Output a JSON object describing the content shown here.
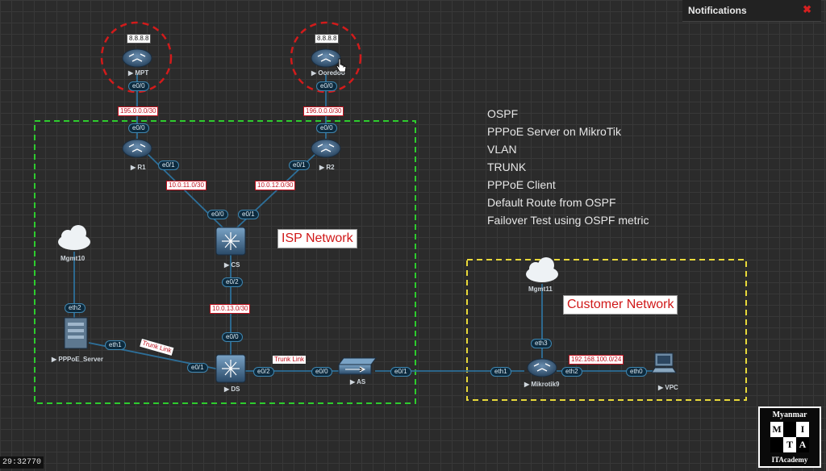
{
  "notifications": {
    "title": "Notifications",
    "close_glyph": "✖"
  },
  "timer": "29:32770",
  "notes": [
    "OSPF",
    "PPPoE Server on MikroTik",
    "VLAN",
    "TRUNK",
    "PPPoE Client",
    "Default Route from OSPF",
    "Failover Test using OSPF metric"
  ],
  "network_labels": {
    "isp": "ISP Network",
    "customer": "Customer Network"
  },
  "nodes": {
    "mpt": {
      "name": "MPT",
      "address": "8.8.8.8"
    },
    "ooredoo": {
      "name": "Ooredoo",
      "address": "8.8.8.8"
    },
    "r1": {
      "name": "R1"
    },
    "r2": {
      "name": "R2"
    },
    "cs": {
      "name": "CS"
    },
    "ds": {
      "name": "DS"
    },
    "as": {
      "name": "AS"
    },
    "mgmt10": {
      "name": "Mgmt10"
    },
    "mgmt11": {
      "name": "Mgmt11"
    },
    "pppoe": {
      "name": "PPPoE_Server"
    },
    "mikrotik": {
      "name": "Mikrotik9"
    },
    "vpc": {
      "name": "VPC"
    }
  },
  "interfaces": {
    "mpt_e00": "e0/0",
    "r1_e00": "e0/0",
    "r1_e01": "e0/1",
    "ooredoo_e00": "e0/0",
    "r2_e00": "e0/0",
    "r2_e01": "e0/1",
    "cs_e00": "e0/0",
    "cs_e01": "e0/1",
    "cs_e02": "e0/2",
    "ds_e00": "e0/0",
    "ds_e01": "e0/1",
    "ds_e02": "e0/2",
    "as_e00": "e0/0",
    "as_e01": "e0/1",
    "pppoe_eth1": "eth1",
    "pppoe_eth2": "eth2",
    "mikrotik_eth1": "eth1",
    "mikrotik_eth2": "eth2",
    "mikrotik_eth3": "eth3",
    "vpc_eth0": "eth0"
  },
  "subnets": {
    "mpt_r1": "195.0.0.0/30",
    "ooredoo_r2": "196.0.0.0/30",
    "r1_cs": "10.0.11.0/30",
    "r2_cs": "10.0.12.0/30",
    "cs_ds": "10.0.13.0/30",
    "mikrotik_vpc": "192.168.100.0/24"
  },
  "trunk_labels": {
    "pppoe_ds": "Trunk Link",
    "ds_as": "Trunk Link"
  },
  "logo": {
    "top": "Myanmar",
    "letters": [
      "M",
      "I",
      "T",
      "A"
    ],
    "bottom": "ITAcademy"
  },
  "colors": {
    "isp_border": "#2ecc2e",
    "customer_border": "#e8d93a",
    "link": "#2d6f99",
    "ring": "#d21b1b"
  }
}
